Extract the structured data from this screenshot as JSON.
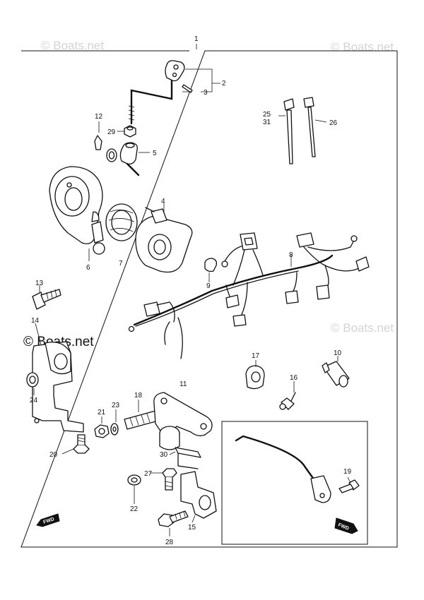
{
  "watermarks": {
    "top_left": "© Boats.net",
    "top_right": "© Boats.net",
    "mid_right": "© Boats.net",
    "mid_left": "© Boats.net"
  },
  "callouts": {
    "p1": "1",
    "p2": "2",
    "p3": "3",
    "p4": "4",
    "p5": "5",
    "p6": "6",
    "p7": "7",
    "p8": "8",
    "p9": "9",
    "p10": "10",
    "p11": "11",
    "p12": "12",
    "p13": "13",
    "p14": "14",
    "p15": "15",
    "p16": "16",
    "p17": "17",
    "p18": "18",
    "p19": "19",
    "p20": "20",
    "p21": "21",
    "p22": "22",
    "p23": "23",
    "p24": "24",
    "p25": "25",
    "p26": "26",
    "p27": "27",
    "p28": "28",
    "p29": "29",
    "p30": "30",
    "p31": "31"
  },
  "fwd_arrows": {
    "left": "FWD",
    "right": "FWD"
  },
  "colors": {
    "line": "#111111",
    "watermark": "#d4d4d4",
    "background": "#ffffff"
  }
}
